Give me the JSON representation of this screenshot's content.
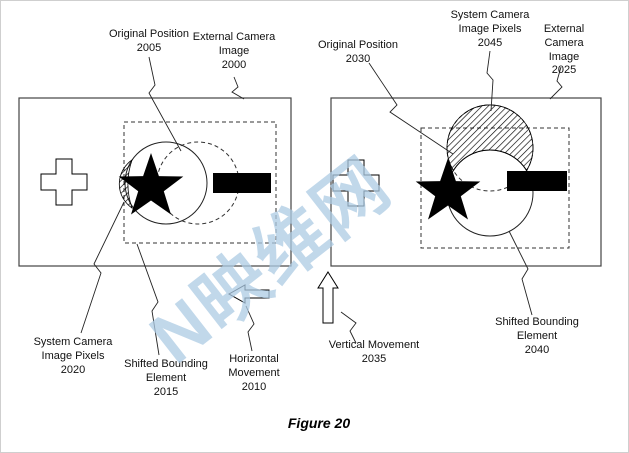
{
  "figure": {
    "caption": "Figure 20"
  },
  "watermark": {
    "text": "N映维网",
    "color": "#adcbe4"
  },
  "palette": {
    "ink": "#000000",
    "frame": "#444444",
    "watermark_blue": "#adcbe4"
  },
  "left_diagram": {
    "labels": {
      "original_position": "Original Position\n2005",
      "external_camera_image": "External Camera\nImage\n2000",
      "system_camera_pixels": "System Camera\nImage Pixels\n2020",
      "shifted_bounding_element": "Shifted Bounding\nElement\n2015",
      "movement": "Horizontal\nMovement\n2010"
    },
    "icons": [
      "plus-icon",
      "star-icon",
      "minus-icon",
      "left-arrow-icon"
    ]
  },
  "right_diagram": {
    "labels": {
      "original_position": "Original Position\n2030",
      "system_camera_pixels": "System Camera\nImage Pixels\n2045",
      "external_camera_image": "External Camera\nImage\n2025",
      "movement": "Vertical Movement\n2035",
      "shifted_bounding_element": "Shifted Bounding\nElement\n2040"
    },
    "icons": [
      "plus-icon",
      "star-icon",
      "minus-icon",
      "up-arrow-icon"
    ]
  }
}
